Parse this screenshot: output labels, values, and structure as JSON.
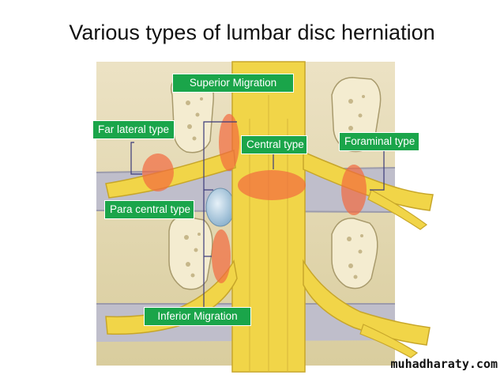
{
  "title": "Various types of lumbar disc herniation",
  "labels": {
    "superior_migration": "Superior Migration",
    "far_lateral": "Far lateral type",
    "central": "Central type",
    "foraminal": "Foraminal type",
    "para_central": "Para central type",
    "inferior_migration": "Inferior Migration"
  },
  "watermark": "muhadharaty.com",
  "colors": {
    "label_bg": "#1aa54a",
    "herniation": "#f26a3f",
    "nerve": "#f2d34a",
    "bone": "#e9dcae",
    "disc": "#b9b8c6"
  }
}
